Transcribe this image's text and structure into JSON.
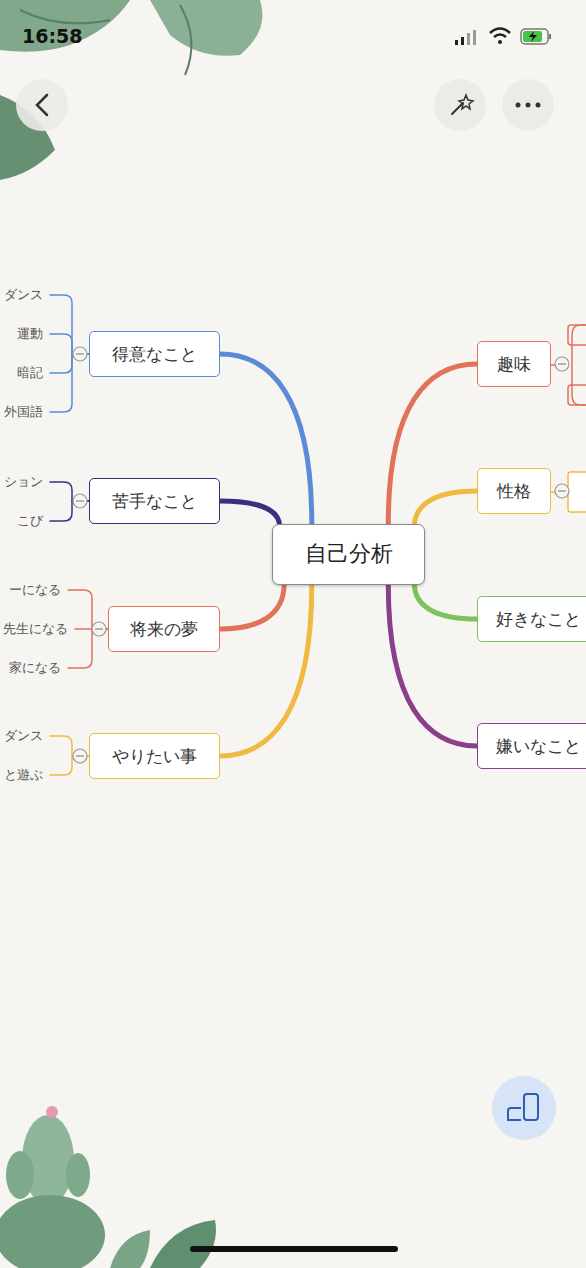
{
  "diagram": {
    "nodes": [
      {
        "text": [
          "自己分析"
        ]
      },
      {
        "text": [
          "得意なこと"
        ]
      },
      {
        "text": [
          "ダンス"
        ]
      },
      {
        "text": [
          "運動"
        ]
      },
      {
        "text": [
          "暗記"
        ]
      },
      {
        "text": [
          "外国語"
        ]
      },
      {
        "text": [
          "苦手なこと"
        ]
      },
      {
        "text": [
          "ション"
        ]
      },
      {
        "text": [
          "こび"
        ]
      },
      {
        "text": [
          "将来の夢"
        ]
      },
      {
        "text": [
          "ーになる"
        ]
      },
      {
        "text": [
          "先生になる"
        ]
      },
      {
        "text": [
          "家になる"
        ]
      },
      {
        "text": [
          "やりたい事"
        ]
      },
      {
        "text": [
          "ダンス"
        ]
      },
      {
        "text": [
          "と遊ぶ"
        ]
      },
      {
        "text": [
          "趣味"
        ]
      },
      {
        "text": [
          "性格"
        ]
      },
      {
        "text": [
          "好きなこと"
        ]
      },
      {
        "text": [
          "嫌いなこと"
        ]
      }
    ],
    "edges": [
      {
        "from": 0,
        "to": 1,
        "arrow": "none"
      },
      {
        "from": 0,
        "to": 6,
        "arrow": "none"
      },
      {
        "from": 0,
        "to": 9,
        "arrow": "none"
      },
      {
        "from": 0,
        "to": 13,
        "arrow": "none"
      },
      {
        "from": 0,
        "to": 16,
        "arrow": "none"
      },
      {
        "from": 0,
        "to": 17,
        "arrow": "none"
      },
      {
        "from": 0,
        "to": 18,
        "arrow": "none"
      },
      {
        "from": 0,
        "to": 19,
        "arrow": "none"
      },
      {
        "from": 1,
        "to": 2,
        "arrow": "none"
      },
      {
        "from": 1,
        "to": 3,
        "arrow": "none"
      },
      {
        "from": 1,
        "to": 4,
        "arrow": "none"
      },
      {
        "from": 1,
        "to": 5,
        "arrow": "none"
      },
      {
        "from": 6,
        "to": 7,
        "arrow": "none"
      },
      {
        "from": 6,
        "to": 8,
        "arrow": "none"
      },
      {
        "from": 9,
        "to": 10,
        "arrow": "none"
      },
      {
        "from": 9,
        "to": 11,
        "arrow": "none"
      },
      {
        "from": 9,
        "to": 12,
        "arrow": "none"
      },
      {
        "from": 13,
        "to": 14,
        "arrow": "none"
      },
      {
        "from": 13,
        "to": 15,
        "arrow": "none"
      }
    ],
    "labels": [
      "16:58"
    ]
  }
}
